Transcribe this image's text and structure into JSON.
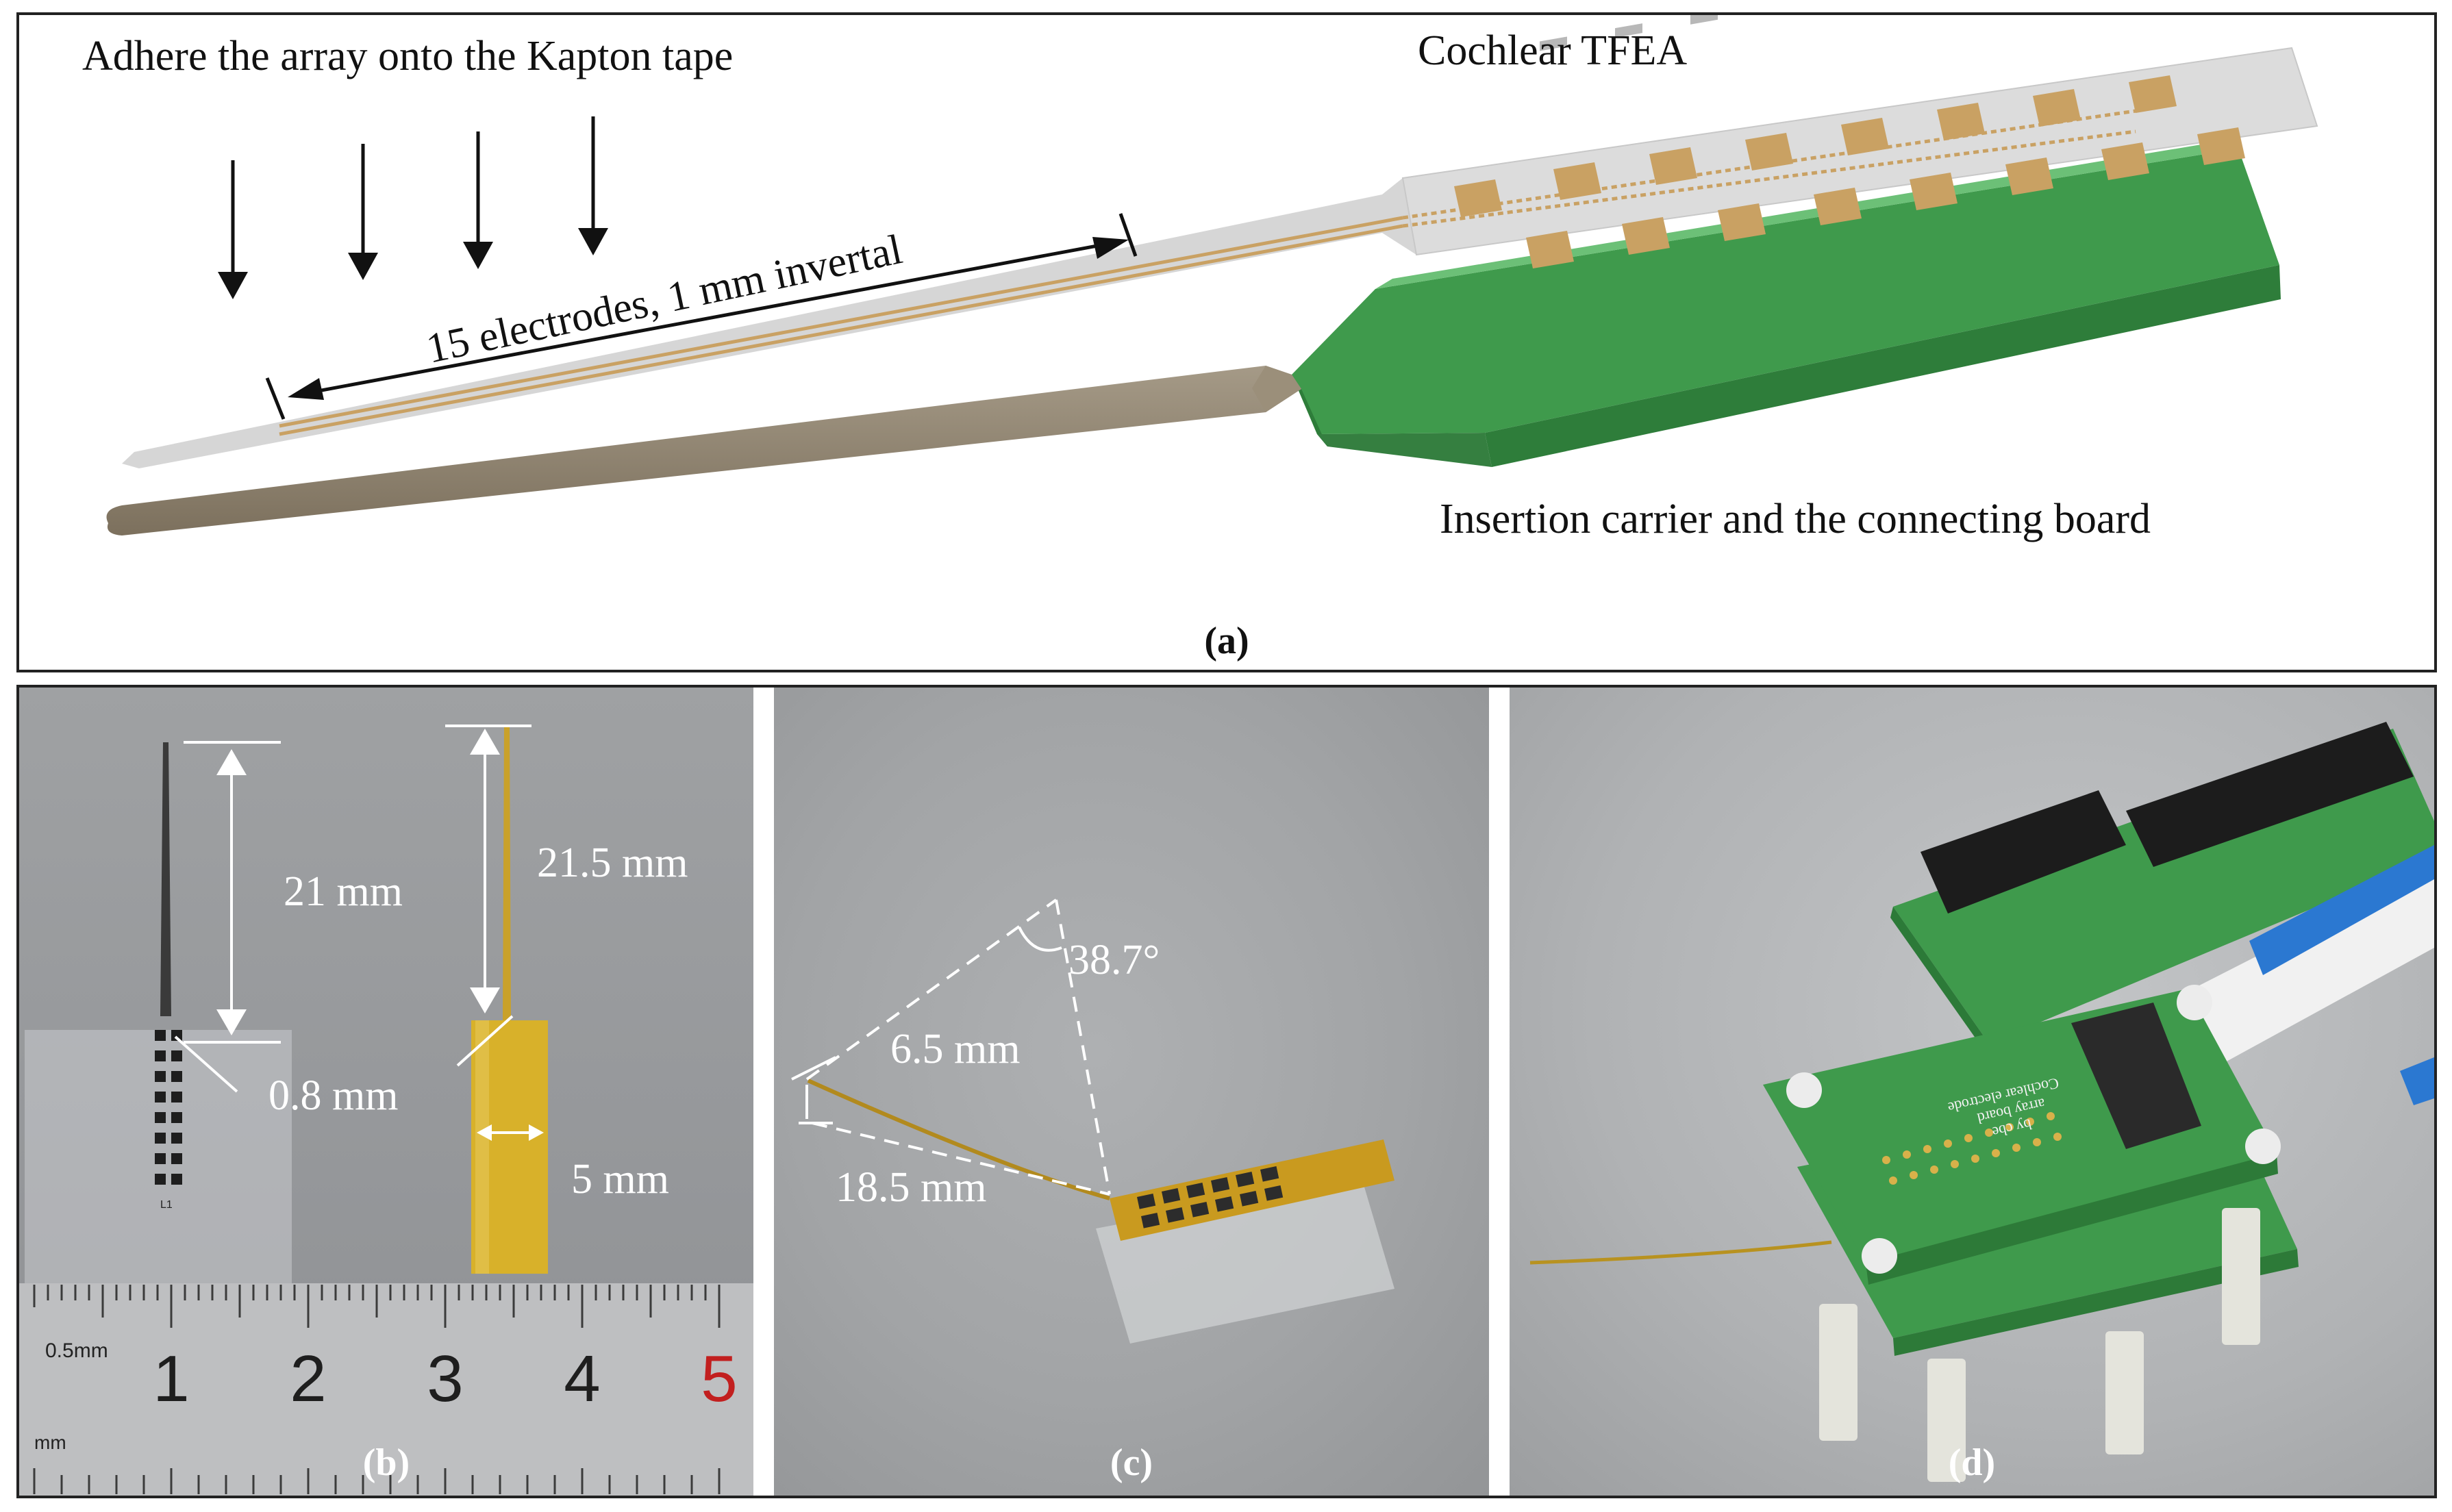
{
  "panel_a": {
    "adhere_label": "Adhere the array onto the Kapton tape",
    "tfea_label": "Cochlear TFEA",
    "electrodes_label": "15 electrodes, 1 mm invertal",
    "carrier_label": "Insertion carrier and the connecting board",
    "caption": "(a)"
  },
  "panel_b": {
    "len_array": "21 mm",
    "len_kapton": "21.5 mm",
    "width_tip": "0.8 mm",
    "width_tape": "5 mm",
    "ruler_unit_top": "0.5mm",
    "ruler_unit_bottom": "mm",
    "ruler_numbers": [
      "1",
      "2",
      "3",
      "4",
      "5"
    ],
    "pcb_marking": "L1",
    "caption": "(b)"
  },
  "panel_c": {
    "angle": "38.7°",
    "deflection": "6.5 mm",
    "length": "18.5 mm",
    "caption": "(c)"
  },
  "panel_d": {
    "board_text": [
      "Cochlear electrode",
      "array board",
      "by cbe"
    ],
    "caption": "(d)"
  },
  "colors": {
    "pcb_green": "#3f9a4c",
    "carrier_tan": "#8e806b",
    "pad_gold": "#c9a163",
    "kapton_yellow": "#d8b12a"
  }
}
